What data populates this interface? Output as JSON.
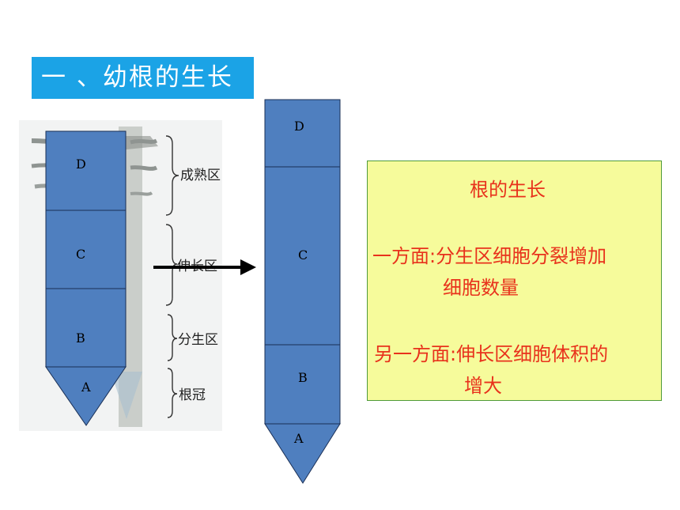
{
  "title": "一 、幼根的生长",
  "left_diagram": {
    "segments": [
      "D",
      "C",
      "B",
      "A"
    ],
    "zones": [
      "成熟区",
      "伸长区",
      "分生区",
      "根冠"
    ]
  },
  "right_diagram": {
    "segments": [
      "D",
      "C",
      "B",
      "A"
    ]
  },
  "info_box": {
    "heading": "根的生长",
    "line1": "一方面:分生区细胞分裂增加",
    "line2": "细胞数量",
    "line3": "另一方面:伸长区细胞体积的",
    "line4": "增大"
  },
  "colors": {
    "title_bg": "#1ba3e6",
    "segment_fill": "#4f7fbf",
    "info_bg": "#f6fb9b",
    "info_text": "#e8321c"
  }
}
